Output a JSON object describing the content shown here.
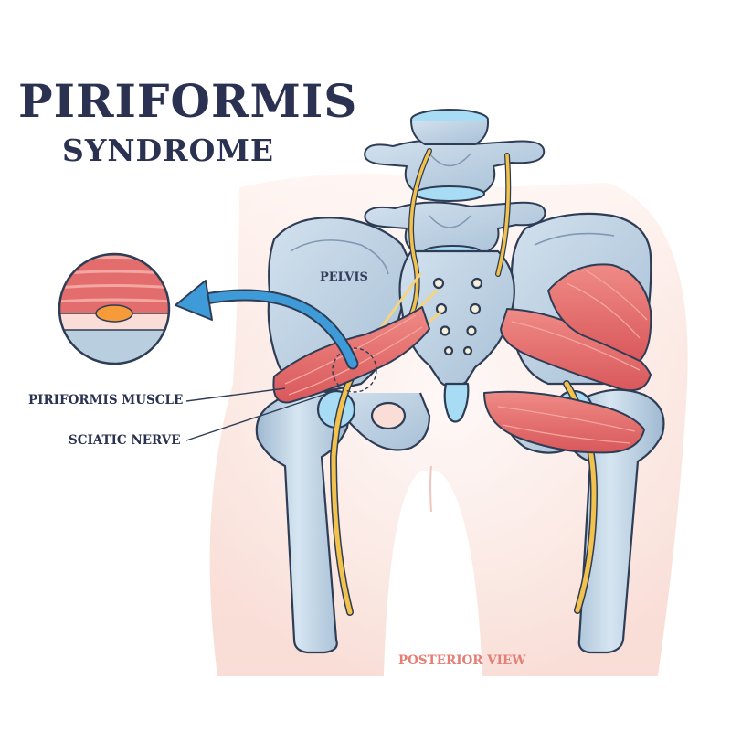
{
  "title": {
    "main": "PIRIFORMIS",
    "sub": "SYNDROME"
  },
  "labels": {
    "pelvis": "PELVIS",
    "piriformis_muscle": "PIRIFORMIS MUSCLE",
    "sciatic_nerve": "SCIATIC NERVE",
    "view": "POSTERIOR VIEW"
  },
  "colors": {
    "title": "#2b3150",
    "bone": "#b9cfe0",
    "bone_outline": "#2e3d55",
    "cartilage": "#a8dcf4",
    "muscle": "#e36d6d",
    "muscle_stripe": "#f3a6a2",
    "nerve": "#f2c24c",
    "skin": "#fbe4dd",
    "arrow": "#3f9ad8",
    "view_label": "#e37f74"
  }
}
